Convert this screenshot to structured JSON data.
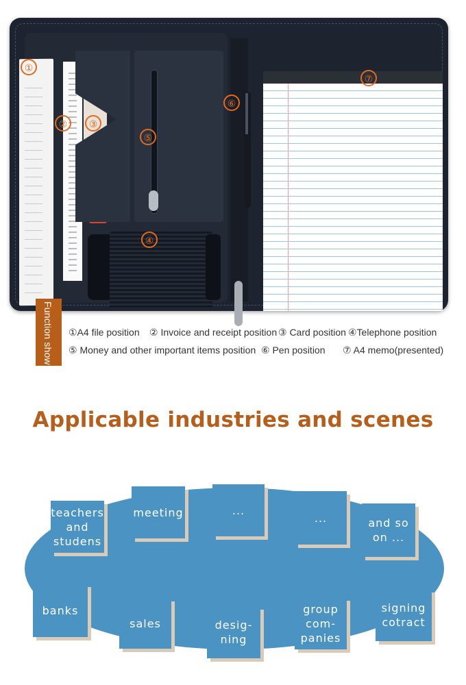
{
  "colors": {
    "accent": "#b55f1e",
    "tile_blue": "#4b93c2",
    "tile_shadow": "#d8cbb9"
  },
  "photo": {
    "markers": [
      "①",
      "②",
      "③",
      "④",
      "⑤",
      "⑥",
      "⑦"
    ]
  },
  "function_tab": "Function show",
  "legend": [
    "①A4 file position",
    "② Invoice and receipt position",
    "③ Card position",
    "④Telephone position",
    "⑤ Money and other important items position",
    "⑥ Pen position",
    "⑦ A4 memo(presented)"
  ],
  "heading": "Applicable industries and scenes",
  "industries": [
    "teachers and studens",
    "meeting",
    "...",
    "...",
    "and so on ...",
    "banks",
    "sales",
    "desig-ning",
    "group com-panies",
    "signing cotract"
  ]
}
